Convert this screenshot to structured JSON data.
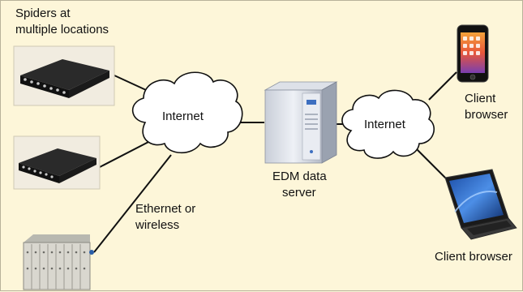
{
  "diagram": {
    "spiders_label_line1": "Spiders at",
    "spiders_label_line2": "multiple locations",
    "internet_left": "Internet",
    "internet_right": "Internet",
    "server_label_line1": "EDM data",
    "server_label_line2": "server",
    "ethernet_label_line1": "Ethernet or",
    "ethernet_label_line2": "wireless",
    "client_top_line1": "Client",
    "client_top_line2": "browser",
    "client_bottom": "Client browser"
  },
  "colors": {
    "background": "#fdf6d9",
    "line": "#111111",
    "cloud_fill": "#ffffff"
  }
}
